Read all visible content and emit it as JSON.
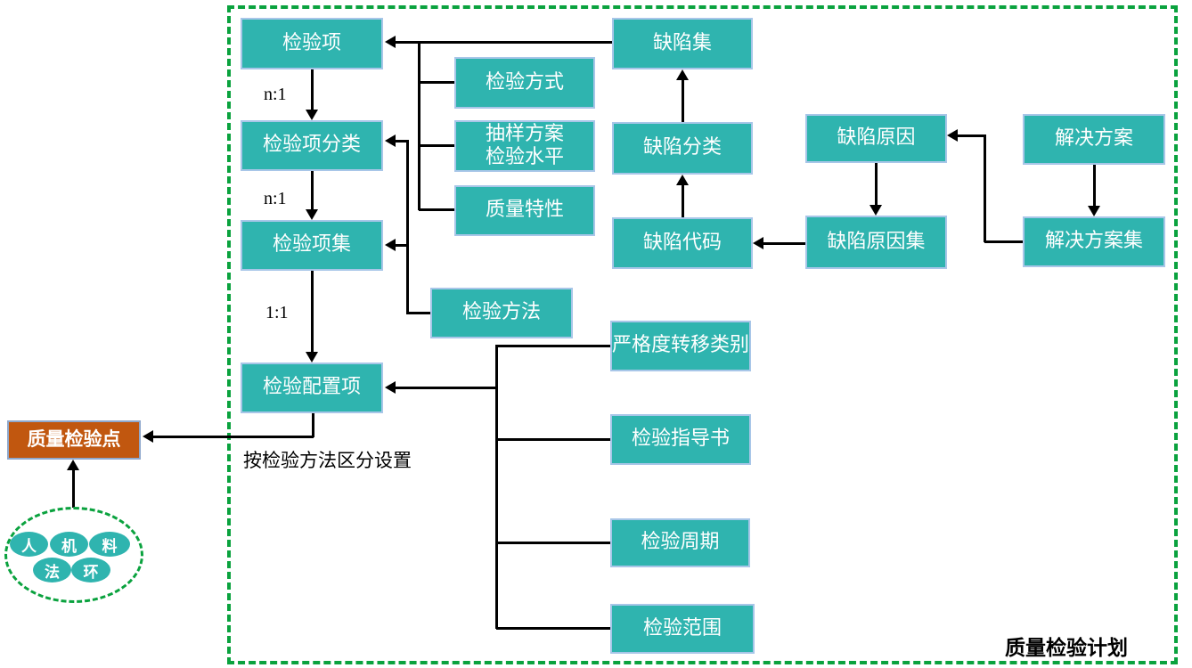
{
  "diagram": {
    "frame_title": "质量检验计划",
    "annotation": "按检验方法区分设置",
    "relation_labels": {
      "item_to_category": "n:1",
      "category_to_set": "n:1",
      "set_to_config": "1:1"
    },
    "nodes": {
      "inspection_item": "检验项",
      "inspection_item_category": "检验项分类",
      "inspection_item_set": "检验项集",
      "inspection_config_item": "检验配置项",
      "inspection_mode": "检验方式",
      "sampling_plan_level": "抽样方案\n检验水平",
      "quality_characteristic": "质量特性",
      "inspection_method": "检验方法",
      "defect_set": "缺陷集",
      "defect_category": "缺陷分类",
      "defect_code": "缺陷代码",
      "defect_cause": "缺陷原因",
      "defect_cause_set": "缺陷原因集",
      "solution": "解决方案",
      "solution_set": "解决方案集",
      "strictness_transfer_category": "严格度转移类别",
      "inspection_instruction": "检验指导书",
      "inspection_cycle": "检验周期",
      "inspection_scope": "检验范围",
      "quality_inspection_point": "质量检验点"
    },
    "factors": [
      "人",
      "机",
      "料",
      "法",
      "环"
    ],
    "colors": {
      "node_fill": "#2fb4af",
      "node_border": "#a8c6e8",
      "highlight_fill": "#c1570f",
      "frame_border": "#0aa23e",
      "connector": "#000000"
    }
  }
}
